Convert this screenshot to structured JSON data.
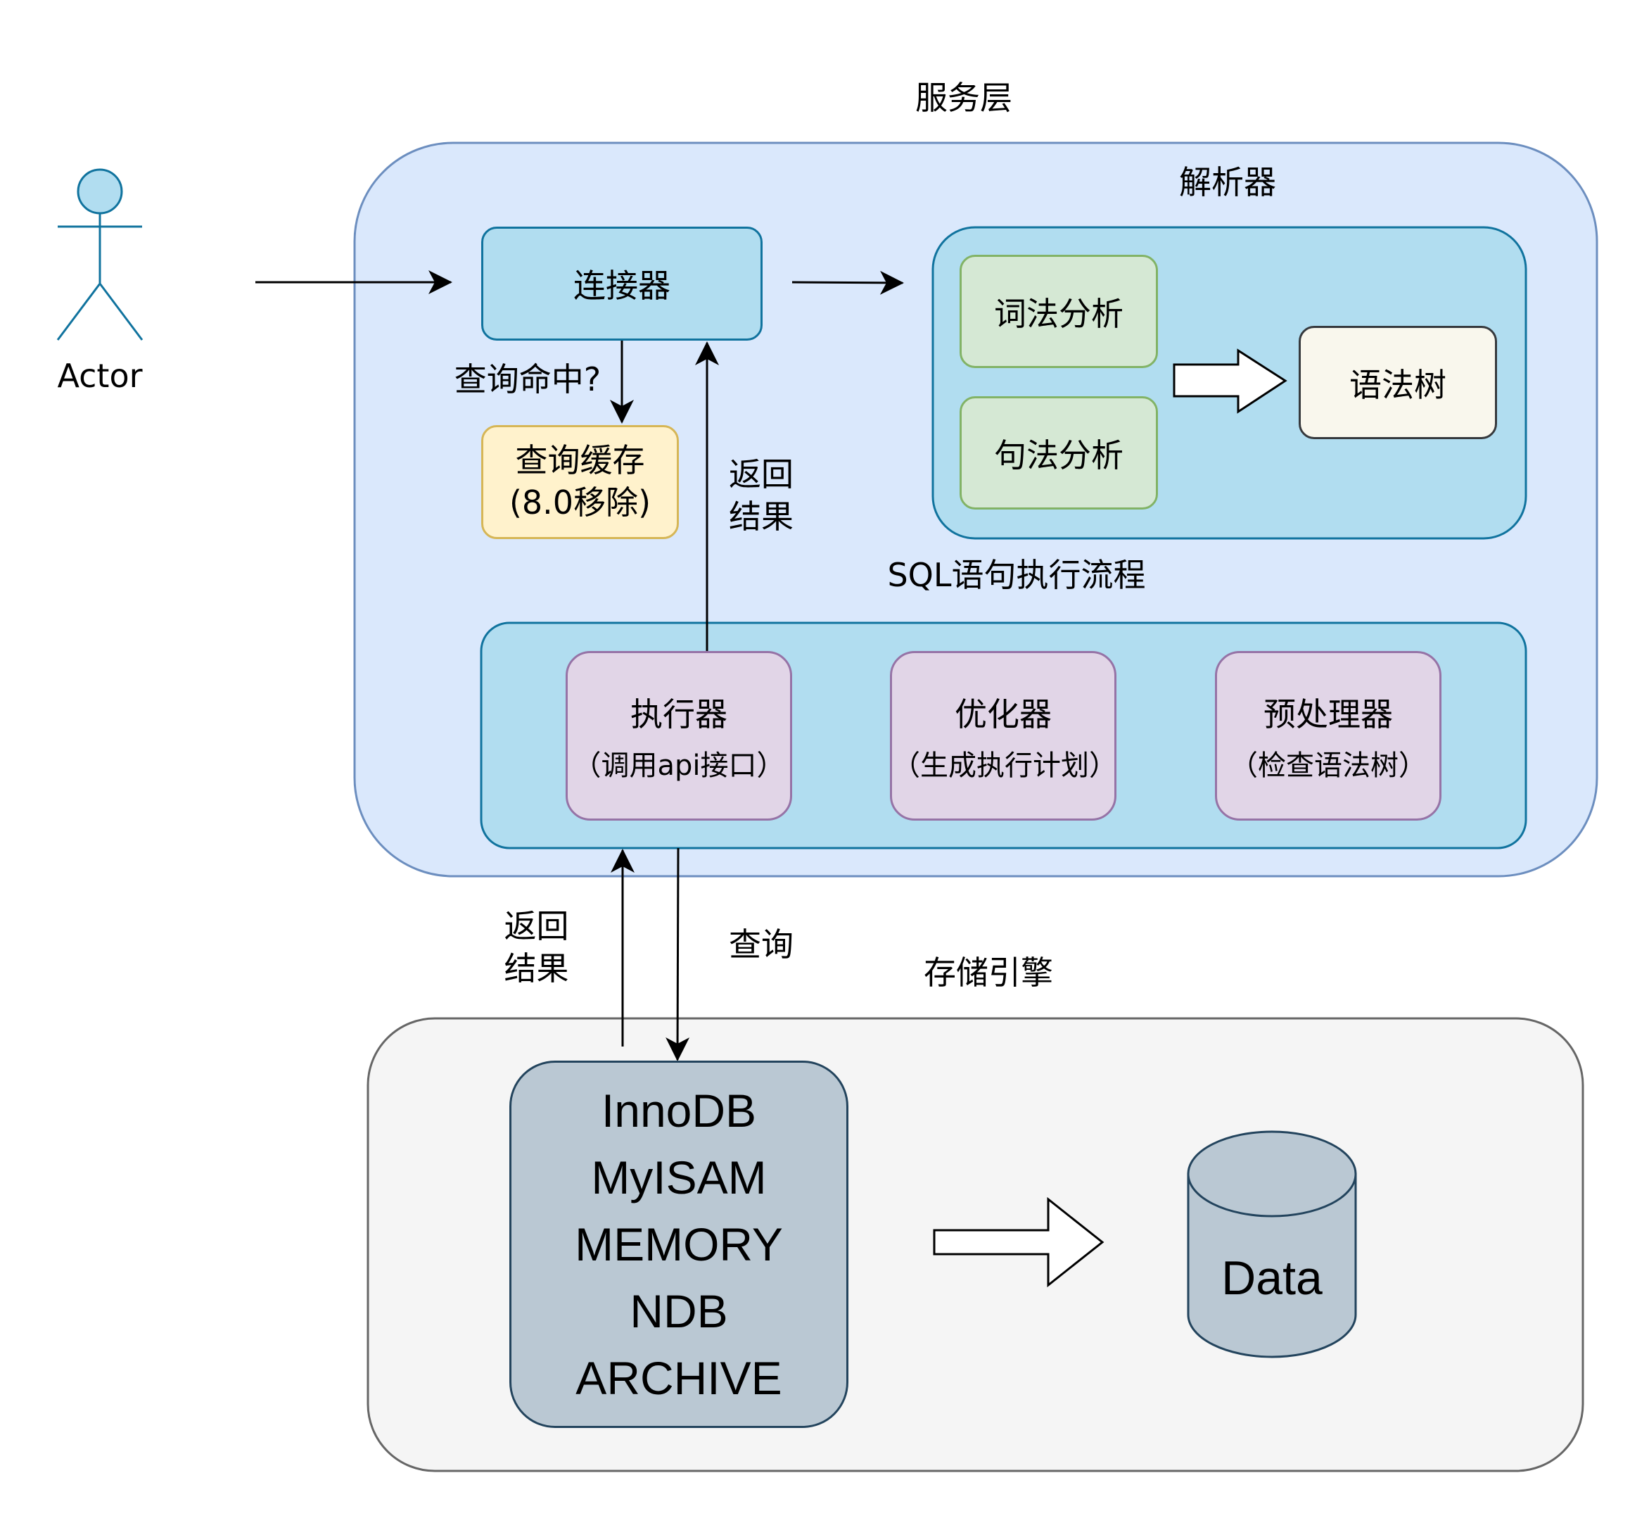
{
  "actor": {
    "label": "Actor"
  },
  "service_layer": {
    "title": "服务层",
    "connector": "连接器",
    "cache_question": "查询命中?",
    "cache": {
      "line1": "查询缓存",
      "line2": "(8.0移除)"
    },
    "return_label": {
      "line1": "返回",
      "line2": "结果"
    },
    "parser": {
      "title": "解析器",
      "lexical": "词法分析",
      "syntax": "句法分析",
      "tree": "语法树"
    },
    "flow_title": "SQL语句执行流程",
    "executor": {
      "title": "执行器",
      "sub": "（调用api接口）"
    },
    "optimizer": {
      "title": "优化器",
      "sub": "（生成执行计划）"
    },
    "preprocessor": {
      "title": "预处理器",
      "sub": "（检查语法树）"
    }
  },
  "between_layers": {
    "return_label": {
      "line1": "返回",
      "line2": "结果"
    },
    "query_label": "查询"
  },
  "storage_layer": {
    "title": "存储引擎",
    "engines": [
      "InnoDB",
      "MyISAM",
      "MEMORY",
      "NDB",
      "ARCHIVE"
    ],
    "data": "Data"
  },
  "colors": {
    "service_fill": "#dae8fc",
    "service_stroke": "#6c8ebf",
    "blue_fill": "#b1ddf0",
    "blue_stroke": "#10739e",
    "green_fill": "#d5e8d4",
    "green_stroke": "#82b366",
    "yellow_fill": "#fff2cc",
    "yellow_stroke": "#d6b656",
    "purple_fill": "#e1d5e7",
    "purple_stroke": "#9673a6",
    "cream_fill": "#f9f7ed",
    "cream_stroke": "#36393d",
    "storage_fill": "#f5f5f5",
    "storage_stroke": "#666666",
    "engine_fill": "#bac8d3",
    "engine_stroke": "#23445d"
  }
}
